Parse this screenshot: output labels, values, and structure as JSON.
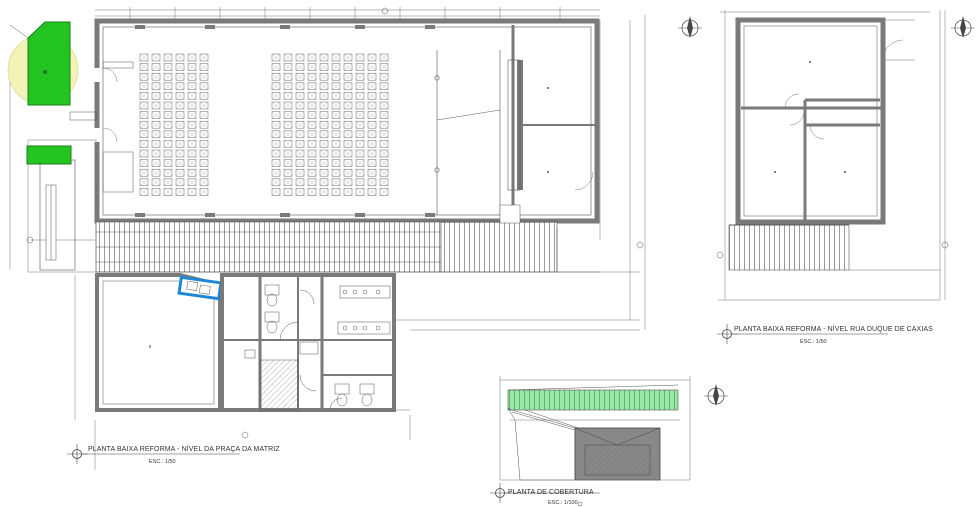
{
  "drawings": {
    "ground_floor_praca": {
      "title": "PLANTA BAIXA REFORMA - NÍVEL DA PRAÇA DA MATRIZ",
      "scale": "ESC.: 1/50"
    },
    "ground_floor_duque": {
      "title": "PLANTA BAIXA REFORMA - NÍVEL RUA DUQUE DE CAXIAS",
      "scale": "ESC.: 1/50"
    },
    "roof_plan": {
      "title": "PLANTA DE COBERTURA",
      "scale": "ESC.: 1/100"
    }
  },
  "colors": {
    "wall": "#7a7a7a",
    "line": "#555555",
    "green": "#22c51f",
    "green_light": "#9be8a6",
    "blue": "#1e88d6",
    "tree_halo": "#f3f2b8"
  },
  "icons": [
    "north-arrow-icon",
    "section-marker-icon"
  ]
}
